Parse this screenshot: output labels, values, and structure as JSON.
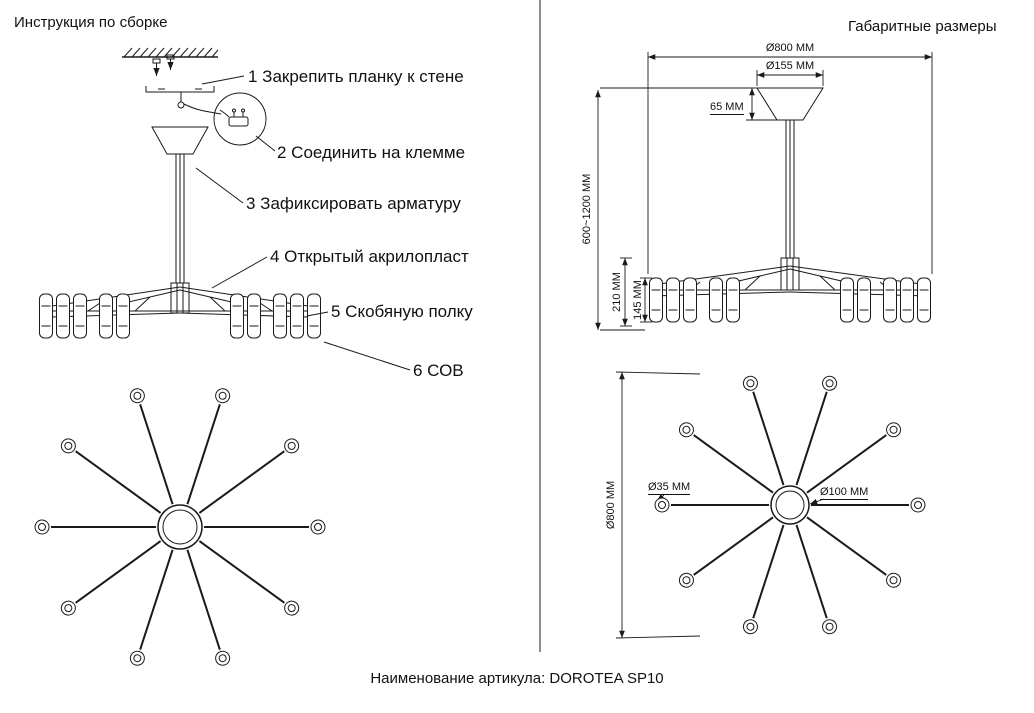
{
  "titles": {
    "left": "Инструкция по сборке",
    "right": "Габаритные размеры"
  },
  "steps": [
    "1 Закрепить планку к стене",
    "2 Соединить на клемме",
    "3 Зафиксировать арматуру",
    "4 Открытый акрилопласт",
    "5 Скобяную полку",
    "6 СОВ"
  ],
  "dims": {
    "top_diameter": "Ø800 ММ",
    "canopy_diameter": "Ø155 ММ",
    "canopy_height": "65 ММ",
    "suspension_range": "600~1200 ММ",
    "body_height": "210 ММ",
    "shade_height": "145 ММ",
    "overall_diameter": "Ø800 ММ",
    "end_cap_diameter": "Ø35 ММ",
    "hub_diameter": "Ø100 ММ"
  },
  "footer": "Наименование артикула: DOROTEA SP10"
}
